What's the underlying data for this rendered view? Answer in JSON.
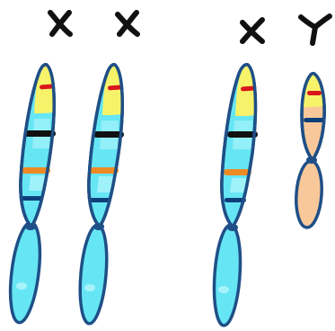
{
  "chromosomes": [
    {
      "id": "x1",
      "label": "X",
      "sex": "X"
    },
    {
      "id": "x2",
      "label": "X",
      "sex": "X"
    },
    {
      "id": "x3",
      "label": "X",
      "sex": "X"
    },
    {
      "id": "y1",
      "label": "Y",
      "sex": "Y"
    }
  ],
  "colors": {
    "outline": "#1f4f86",
    "x_body": "#66e6f4",
    "x_body_light": "#b8f6fc",
    "y_body": "#f9c89a",
    "yellow_band": "#f6f36a",
    "red_band": "#d9161e",
    "black_band": "#111111",
    "orange_band": "#ee8a24",
    "navy_band": "#0e3f7a",
    "letter": "#111111"
  }
}
